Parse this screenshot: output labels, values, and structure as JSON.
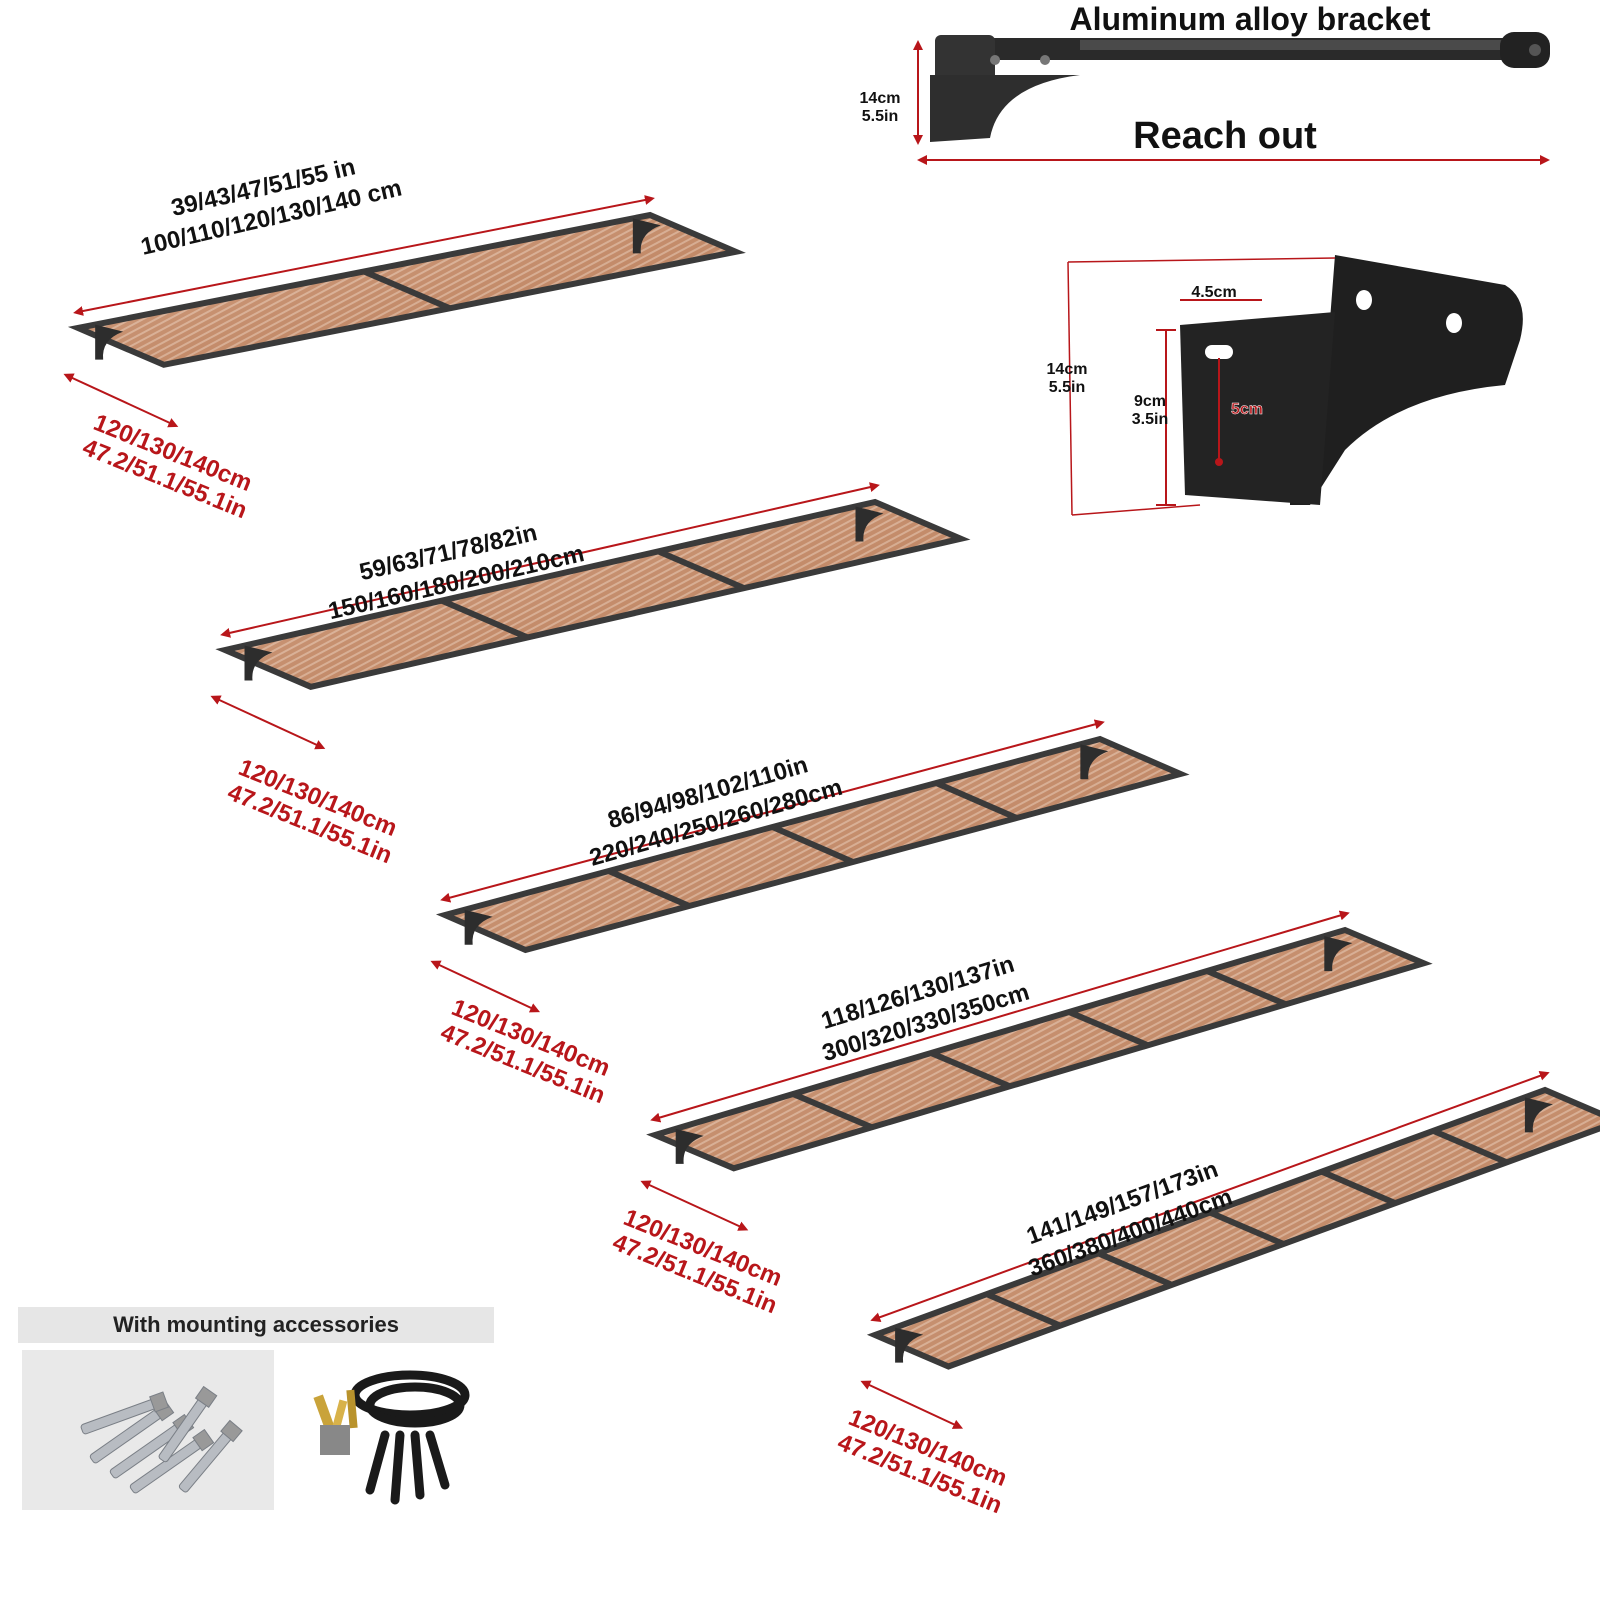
{
  "bracket_side": {
    "title": "Aluminum alloy bracket",
    "height_cm": "14cm",
    "height_in": "5.5in",
    "reach_label": "Reach out"
  },
  "bracket_detail": {
    "height_cm": "14cm",
    "height_in": "5.5in",
    "width_cm": "4.5cm",
    "inner_height_cm": "9cm",
    "inner_height_in": "3.5in",
    "slot_length": "5cm"
  },
  "canopies": [
    {
      "length_in": "39/43/47/51/55 in",
      "length_cm": "100/110/120/130/140 cm",
      "depth_cm": "120/130/140cm",
      "depth_in": "47.2/51.1/55.1in",
      "panels": 2
    },
    {
      "length_in": "59/63/71/78/82in",
      "length_cm": "150/160/180/200/210cm",
      "depth_cm": "120/130/140cm",
      "depth_in": "47.2/51.1/55.1in",
      "panels": 3
    },
    {
      "length_in": "86/94/98/102/110in",
      "length_cm": "220/240/250/260/280cm",
      "depth_cm": "120/130/140cm",
      "depth_in": "47.2/51.1/55.1in",
      "panels": 4
    },
    {
      "length_in": "118/126/130/137in",
      "length_cm": "300/320/330/350cm",
      "depth_cm": "120/130/140cm",
      "depth_in": "47.2/51.1/55.1in",
      "panels": 5
    },
    {
      "length_in": "141/149/157/173in",
      "length_cm": "360/380/400/440cm",
      "depth_cm": "120/130/140cm",
      "depth_in": "47.2/51.1/55.1in",
      "panels": 6
    }
  ],
  "accessories": {
    "header": "With mounting accessories"
  },
  "colors": {
    "panel": "#c98a64",
    "frame": "#3a3a3a",
    "dimension_red": "#b8161a",
    "bracket": "#2a2a2a"
  }
}
